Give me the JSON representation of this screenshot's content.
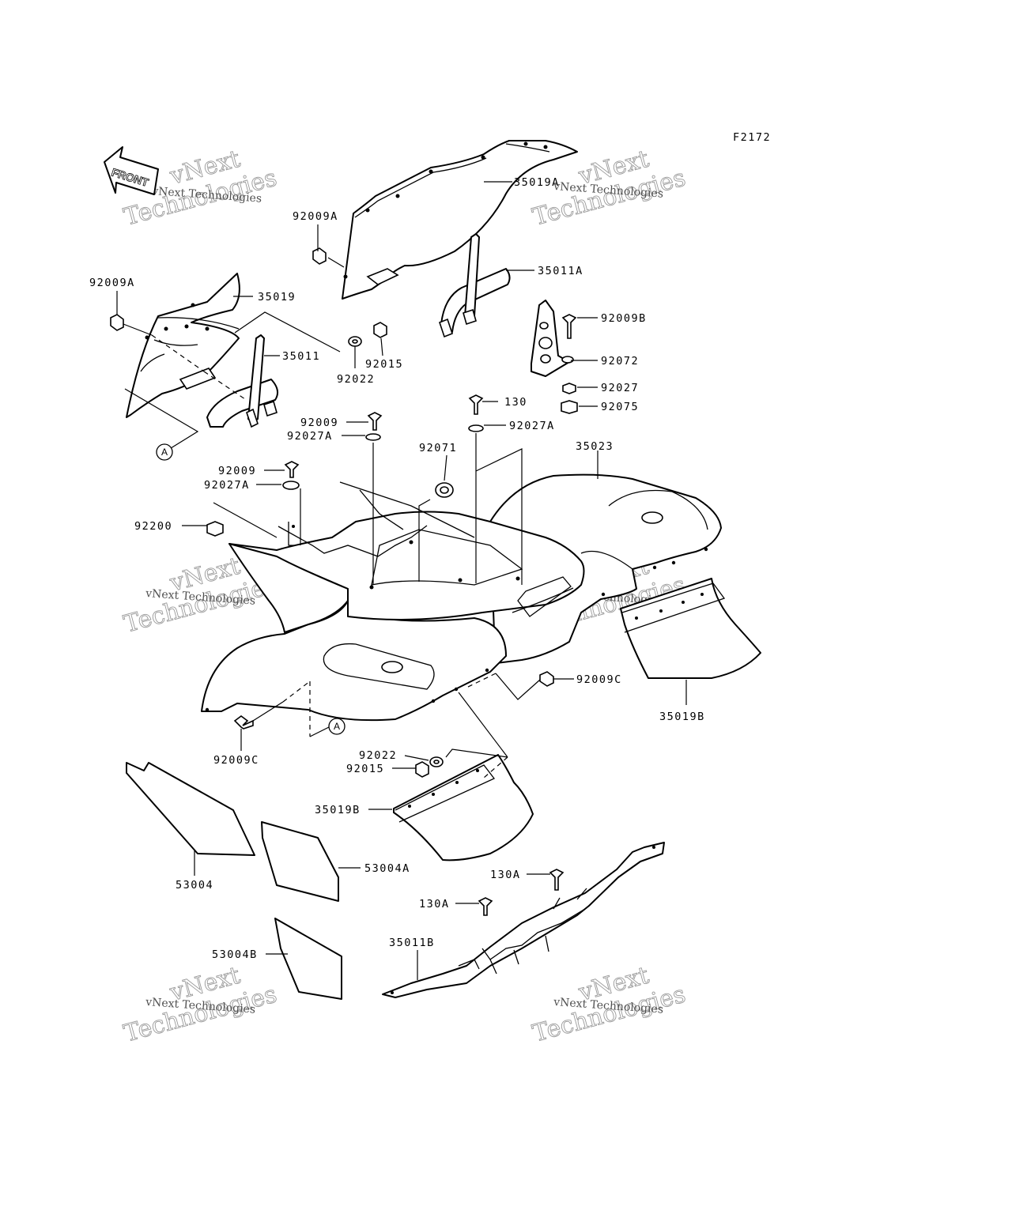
{
  "figure_code": "F2172",
  "front_arrow": "FRONT",
  "reference_marker": "A",
  "watermark": {
    "line1": "vNext Technologies",
    "line2": "vNext",
    "line3": "Technologies"
  },
  "parts": {
    "p35019A": "35019A",
    "p92009A_top": "92009A",
    "p35011A": "35011A",
    "p92009A_left": "92009A",
    "p35019": "35019",
    "p35011": "35011",
    "p92022_top": "92022",
    "p92015_top": "92015",
    "p92009B": "92009B",
    "p92072": "92072",
    "p92027": "92027",
    "p92075": "92075",
    "p130": "130",
    "p92027A_right": "92027A",
    "p92009_a": "92009",
    "p92027A_a": "92027A",
    "p92071": "92071",
    "p35023": "35023",
    "p92009_b": "92009",
    "p92027A_b": "92027A",
    "p92200": "92200",
    "p92009C_right": "92009C",
    "p35019B_right": "35019B",
    "p92009C_left": "92009C",
    "p92022_bottom": "92022",
    "p92015_bottom": "92015",
    "p35019B_bottom": "35019B",
    "p53004": "53004",
    "p53004A": "53004A",
    "p130A_a": "130A",
    "p130A_b": "130A",
    "p35011B": "35011B",
    "p53004B": "53004B"
  }
}
